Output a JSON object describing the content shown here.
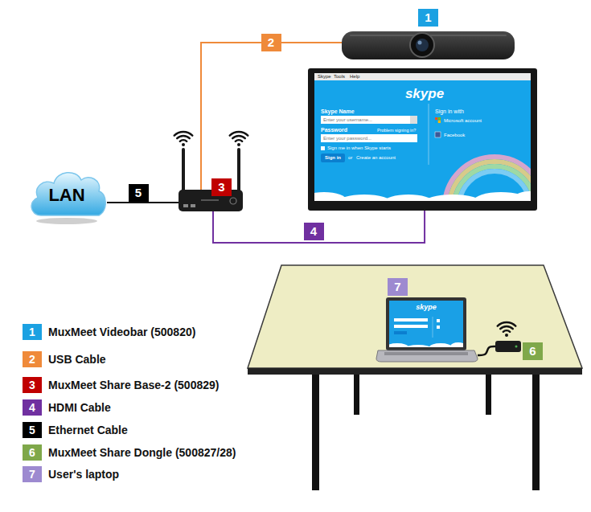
{
  "diagram": {
    "nodes": [
      {
        "text": [
          "1"
        ]
      },
      {
        "text": [
          "Skype",
          "Tools",
          "Help",
          "skype",
          "Skype Name",
          "Enter your username...",
          "Password",
          "Problem signing in?",
          "Enter your password...",
          "Sign me in when Skype starts",
          "Sign in",
          "or",
          "Create an account",
          "Sign in with",
          "Microsoft account",
          "Facebook"
        ]
      },
      {
        "text": [
          "LAN"
        ]
      },
      {
        "text": [
          "3"
        ]
      },
      {
        "text": [
          "7",
          "skype"
        ]
      },
      {
        "text": [
          "6"
        ]
      }
    ],
    "edges": [
      {
        "from": 3,
        "to": 0,
        "arrow": "none",
        "label": "2"
      },
      {
        "from": 2,
        "to": 3,
        "arrow": "none",
        "label": "5"
      },
      {
        "from": 3,
        "to": 1,
        "arrow": "none",
        "label": "4"
      },
      {
        "from": 4,
        "to": 5,
        "arrow": "none"
      }
    ],
    "labels": [
      "1",
      "2",
      "3",
      "4",
      "5",
      "6",
      "7"
    ],
    "legend": [
      {
        "text": "MuxMeet Videobar (500820)",
        "color": "#1ba1e2"
      },
      {
        "text": "USB Cable",
        "color": "#ef8a3a"
      },
      {
        "text": "MuxMeet Share Base-2 (500829)",
        "color": "#c00000"
      },
      {
        "text": "HDMI Cable",
        "color": "#7030a0"
      },
      {
        "text": "Ethernet Cable",
        "color": "#000000"
      },
      {
        "text": "MuxMeet Share Dongle (500827/28)",
        "color": "#7fa84a"
      },
      {
        "text": "User's laptop",
        "color": "#9d8ad0"
      }
    ]
  }
}
